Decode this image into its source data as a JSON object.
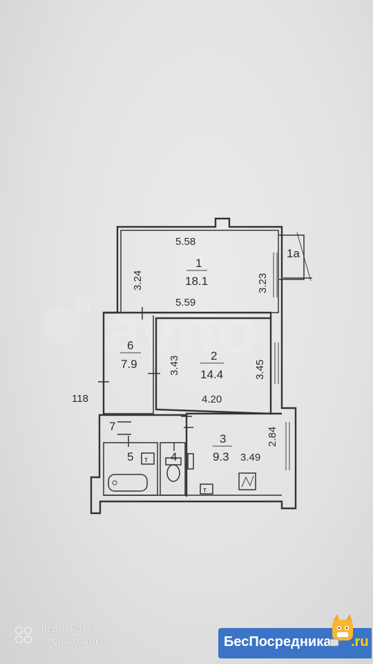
{
  "floorplan": {
    "rooms": [
      {
        "number": "1",
        "area": "18.1"
      },
      {
        "number": "1а"
      },
      {
        "number": "2",
        "area": "14.4"
      },
      {
        "number": "3",
        "area": "9.3"
      },
      {
        "number": "4"
      },
      {
        "number": "5"
      },
      {
        "number": "6",
        "area": "7.9"
      },
      {
        "number": "7"
      }
    ],
    "dimensions": {
      "room1_top": "5.58",
      "room1_left": "3.24",
      "room1_bottom": "5.59",
      "room1_right": "3.23",
      "room6_left": "118",
      "room2_left": "3.43",
      "room2_right": "3.45",
      "room2_bottom": "4.20",
      "room3_right": "2.84",
      "room3_width": "3.49"
    }
  },
  "watermark": "avito",
  "camera": {
    "model": "REDMI NOTE 9",
    "camera": "AI QUAD CAMERA"
  },
  "branding": {
    "name": "БесПосредника",
    "tld": ".ru"
  },
  "colors": {
    "paper": "#e4e4e4",
    "ink": "#333333",
    "brand_blue": "#3b73c6",
    "brand_yellow": "#ffd400"
  }
}
